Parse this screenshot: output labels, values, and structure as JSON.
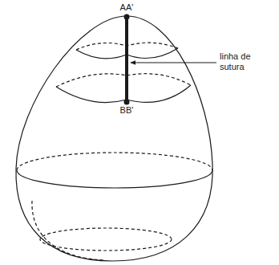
{
  "diagram": {
    "labels": [
      "AA'",
      "BB'",
      "linha de sutura"
    ]
  }
}
